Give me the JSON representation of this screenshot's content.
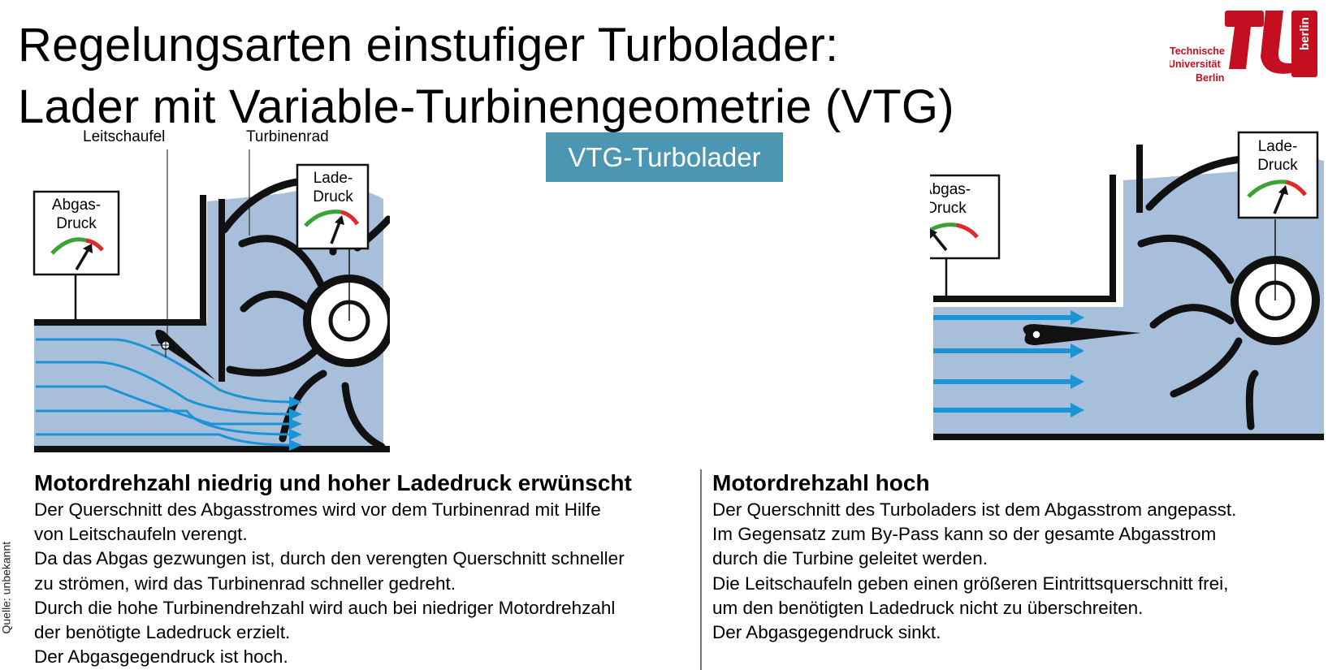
{
  "slide": {
    "title_line1": "Regelungsarten einstufiger Turbolader:",
    "title_line2": "Lader mit Variable-Turbinengeometrie (VTG)",
    "badge": "VTG-Turbolader",
    "source": "Quelle: unbekannt"
  },
  "logo": {
    "line1": "Technische",
    "line2": "Universität",
    "line3": "Berlin",
    "vertical": "berlin",
    "color": "#c50e1f"
  },
  "diagram_left": {
    "label_vane": "Leitschaufel",
    "label_wheel": "Turbinenrad",
    "gauge_exhaust_line1": "Abgas-",
    "gauge_exhaust_line2": "Druck",
    "gauge_boost_line1": "Lade-",
    "gauge_boost_line2": "Druck",
    "gauge_exhaust_level": 0.7,
    "gauge_boost_level": 0.75
  },
  "diagram_right": {
    "gauge_exhaust_line1": "Abgas-",
    "gauge_exhaust_line2": "Druck",
    "gauge_boost_line1": "Lade-",
    "gauge_boost_line2": "Druck",
    "gauge_exhaust_level": 0.25,
    "gauge_boost_level": 0.7
  },
  "colors": {
    "flow_fill": "#a8bfdc",
    "flow_arrow": "#1a94d4",
    "gauge_green": "#3aa335",
    "gauge_red": "#e02a2a",
    "badge": "#4b97b3"
  },
  "col_left": {
    "heading": "Motordrehzahl niedrig und hoher Ladedruck erwünscht",
    "lines": [
      "Der Querschnitt des Abgasstromes wird vor dem Turbinenrad mit Hilfe",
      "von Leitschaufeln verengt.",
      "Da das Abgas gezwungen ist, durch den verengten Querschnitt schneller",
      "zu strömen, wird das Turbinenrad schneller gedreht.",
      "Durch die hohe Turbinendrehzahl wird auch bei niedriger Motordrehzahl",
      "der benötigte Ladedruck erzielt.",
      "Der Abgasgegendruck ist hoch."
    ]
  },
  "col_right": {
    "heading": "Motordrehzahl hoch",
    "lines": [
      "Der Querschnitt des Turboladers ist dem Abgasstrom angepasst.",
      "Im Gegensatz zum By-Pass kann so der gesamte Abgasstrom",
      "durch die Turbine geleitet werden.",
      "Die Leitschaufeln geben einen größeren Eintrittsquerschnitt frei,",
      "um den benötigten Ladedruck nicht zu überschreiten.",
      "Der Abgasgegendruck sinkt."
    ]
  }
}
